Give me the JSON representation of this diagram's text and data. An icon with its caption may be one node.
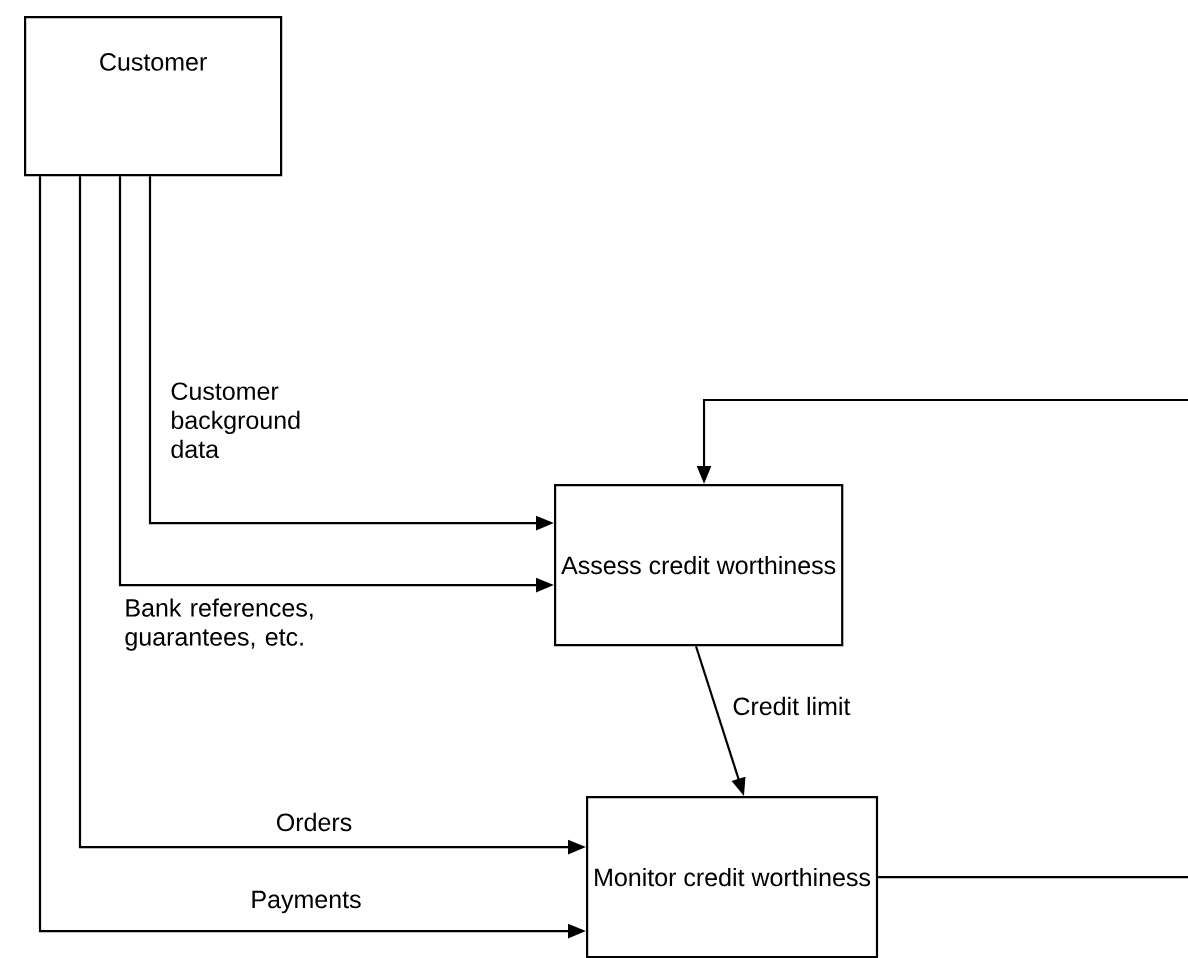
{
  "diagram": {
    "nodes": [
      {
        "text": [
          "Customer"
        ]
      },
      {
        "text": [
          "Assess credit worthiness"
        ]
      },
      {
        "text": [
          "Monitor credit worthiness"
        ]
      }
    ],
    "edges": [
      {
        "from": 0,
        "to": 1,
        "arrow": "to",
        "label": "Customer background data"
      },
      {
        "from": 0,
        "to": 1,
        "arrow": "to",
        "label": "Bank references, guarantees, etc."
      },
      {
        "from": 0,
        "to": 2,
        "arrow": "to",
        "label": "Orders"
      },
      {
        "from": 0,
        "to": 2,
        "arrow": "to",
        "label": "Payments"
      },
      {
        "from": 1,
        "to": 2,
        "arrow": "to",
        "label": "Credit limit"
      },
      {
        "from": null,
        "to": 1,
        "arrow": "to"
      },
      {
        "from": 2,
        "to": null,
        "arrow": "none"
      }
    ]
  }
}
